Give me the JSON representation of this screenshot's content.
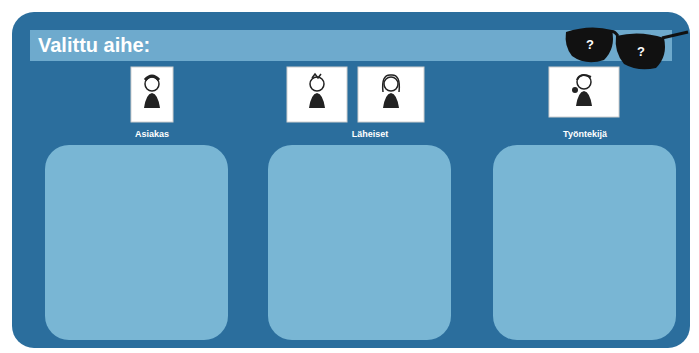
{
  "diagram": {
    "title": "Valittu aihe:",
    "nodes": [
      {
        "text": [
          "Asiakas"
        ]
      },
      {
        "text": [
          "Läheiset"
        ]
      },
      {
        "text": [
          "Työntekijä"
        ]
      }
    ],
    "labels": [
      "?",
      "?"
    ]
  }
}
